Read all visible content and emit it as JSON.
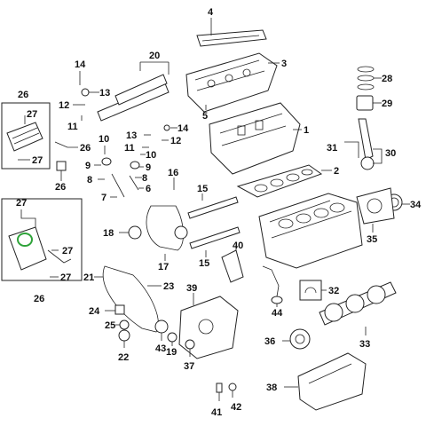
{
  "diagram": {
    "callouts": {
      "c1": "1",
      "c2": "2",
      "c3": "3",
      "c4": "4",
      "c5": "5",
      "c6": "6",
      "c7": "7",
      "c8a": "8",
      "c8b": "8",
      "c9a": "9",
      "c9b": "9",
      "c10a": "10",
      "c10b": "10",
      "c11a": "11",
      "c11b": "11",
      "c12a": "12",
      "c12b": "12",
      "c13a": "13",
      "c13b": "13",
      "c14a": "14",
      "c14b": "14",
      "c15a": "15",
      "c15b": "15",
      "c16": "16",
      "c17": "17",
      "c18": "18",
      "c19": "19",
      "c20": "20",
      "c21": "21",
      "c22": "22",
      "c23": "23",
      "c24": "24",
      "c25": "25",
      "c26a": "26",
      "c26b": "26",
      "c26c": "26",
      "c27a": "27",
      "c27b": "27",
      "c27c": "27",
      "c27d": "27",
      "c27e": "27",
      "c28": "28",
      "c29": "29",
      "c30": "30",
      "c31": "31",
      "c32": "32",
      "c33": "33",
      "c34": "34",
      "c35": "35",
      "c36": "36",
      "c37": "37",
      "c38": "38",
      "c39": "39",
      "c40": "40",
      "c41": "41",
      "c42": "42",
      "c43": "43",
      "c44": "44"
    },
    "colors": {
      "line": "#222222",
      "highlight": "#2fa33a",
      "background": "#ffffff"
    }
  }
}
